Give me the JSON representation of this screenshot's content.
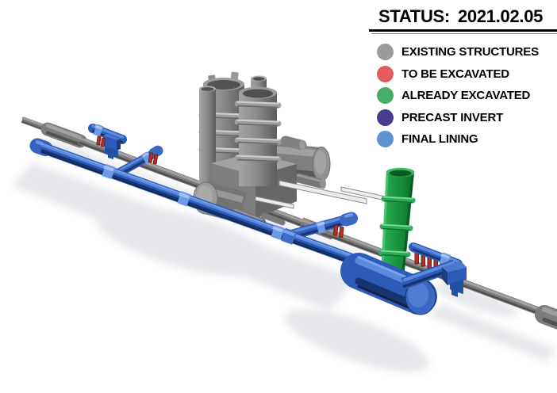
{
  "status": {
    "label": "STATUS:",
    "date": "2021.02.05"
  },
  "legend": {
    "items": [
      {
        "id": "existing-structures",
        "label": "EXISTING STRUCTURES",
        "color": "#9B9B9B"
      },
      {
        "id": "to-be-excavated",
        "label": "TO BE EXCAVATED",
        "color": "#E45C5C"
      },
      {
        "id": "already-excavated",
        "label": "ALREADY EXCAVATED",
        "color": "#4BAE68"
      },
      {
        "id": "precast-invert",
        "label": "PRECAST INVERT",
        "color": "#4A3D8F"
      },
      {
        "id": "final-lining",
        "label": "FINAL LINING",
        "color": "#5D93CE"
      }
    ]
  }
}
